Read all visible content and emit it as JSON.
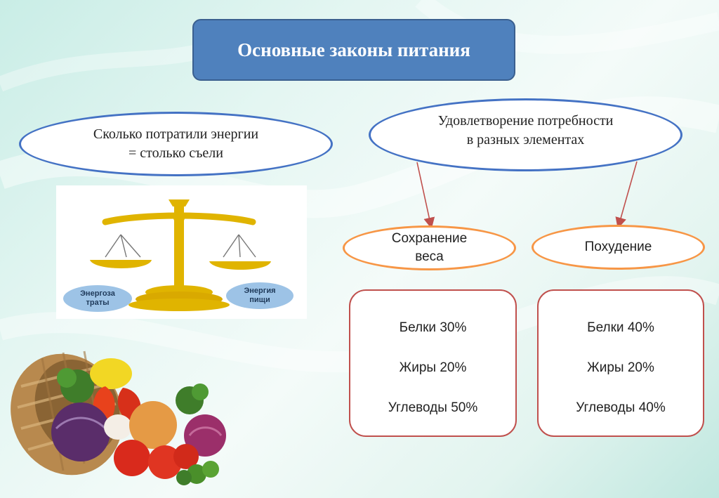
{
  "title": "Основные законы питания",
  "left_law": {
    "line1": "Сколько потратили энергии",
    "line2": "= столько съели"
  },
  "right_law": {
    "line1": "Удовлетворение потребности",
    "line2": "в разных элементах"
  },
  "scales": {
    "left_label_1": "Энергоза",
    "left_label_2": "траты",
    "right_label_1": "Энергия",
    "right_label_2": "пищи"
  },
  "branches": [
    {
      "label_1": "Сохранение",
      "label_2": "веса",
      "items": [
        "Белки 30%",
        "Жиры 20%",
        "Углеводы 50%"
      ]
    },
    {
      "label_1": "Похудение",
      "label_2": "",
      "items": [
        "Белки 40%",
        "Жиры 20%",
        "Углеводы 40%"
      ]
    }
  ],
  "colors": {
    "title_fill": "#4f81bd",
    "law_border": "#4472c4",
    "branch_border": "#f79646",
    "box_border": "#c0504d",
    "arrow": "#c0504d",
    "scales_gold": "#e0b400"
  },
  "icons": [
    "balance-scales-icon",
    "vegetable-basket-icon"
  ]
}
